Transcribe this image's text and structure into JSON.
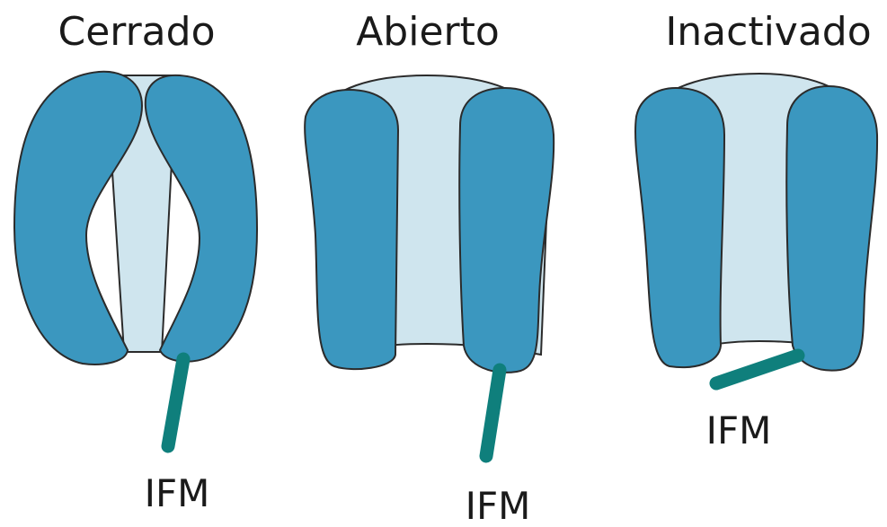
{
  "colors": {
    "subunit": "#3b97bf",
    "pore": "#cfe5ee",
    "outline": "#2b2b2b",
    "ifm_gate": "#0f7f7c",
    "text": "#1a1a1a",
    "background": "#ffffff"
  },
  "states": [
    {
      "title": "Cerrado",
      "ifm_label": "IFM"
    },
    {
      "title": "Abierto",
      "ifm_label": "IFM"
    },
    {
      "title": "Inactivado",
      "ifm_label": "IFM"
    }
  ]
}
